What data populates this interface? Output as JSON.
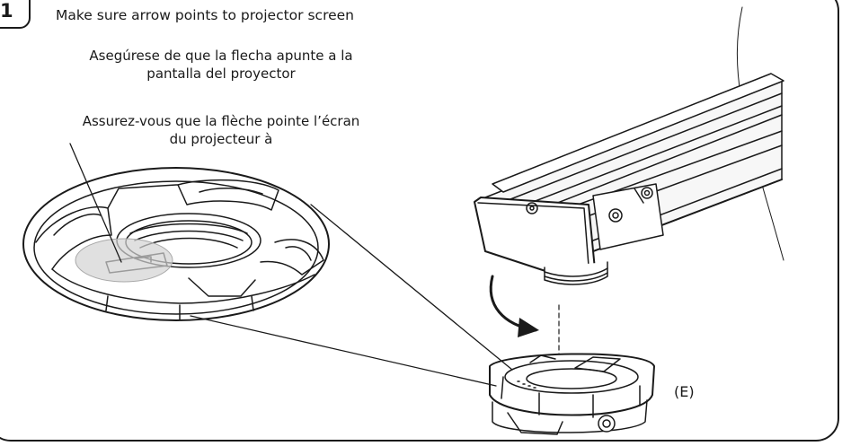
{
  "step": {
    "number": "1"
  },
  "captions": {
    "english": "Make sure arrow points to projector screen",
    "spanish": [
      "Asegúrese de que la flecha apunte a la",
      "pantalla del proyector"
    ],
    "french": [
      "Assurez-vous que la flèche pointe l’écran",
      "du projecteur à"
    ]
  },
  "part_label": "(E)",
  "colors": {
    "line": "#1a1a1a",
    "highlight": "#d3d3d3"
  }
}
